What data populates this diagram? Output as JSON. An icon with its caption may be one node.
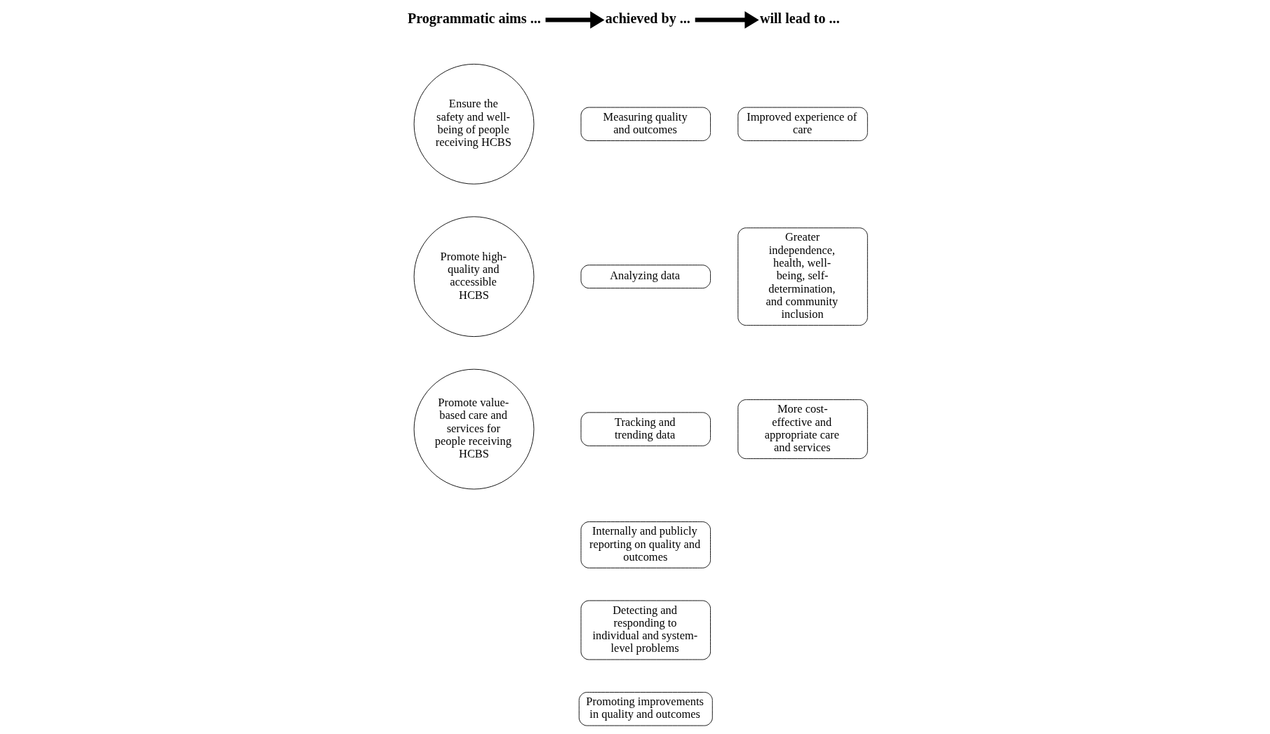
{
  "diagram": {
    "nodes": [
      {
        "text": [
          "Programmatic aims ..."
        ]
      },
      {
        "text": [
          "achieved by ..."
        ]
      },
      {
        "text": [
          "will lead to ..."
        ]
      },
      {
        "text": [
          "Ensure the safety and well-being of people receiving HCBS"
        ]
      },
      {
        "text": [
          "Promote high-quality and accessible HCBS"
        ]
      },
      {
        "text": [
          "Promote value-based care and services for people receiving HCBS"
        ]
      },
      {
        "text": [
          "Measuring quality and outcomes"
        ]
      },
      {
        "text": [
          "Analyzing data"
        ]
      },
      {
        "text": [
          "Tracking and trending data"
        ]
      },
      {
        "text": [
          "Internally and publicly reporting on quality and outcomes"
        ]
      },
      {
        "text": [
          "Detecting and responding to individual and system-level problems"
        ]
      },
      {
        "text": [
          "Promoting improvements in quality and outcomes"
        ]
      },
      {
        "text": [
          "Improved experience of care"
        ]
      },
      {
        "text": [
          "Greater independence, health, well-being, self-determination, and community inclusion"
        ]
      },
      {
        "text": [
          "More cost-effective and appropriate care and services"
        ]
      }
    ],
    "edges": [
      {
        "from": 0,
        "to": 1,
        "arrow": "to"
      },
      {
        "from": 1,
        "to": 2,
        "arrow": "to"
      }
    ]
  }
}
